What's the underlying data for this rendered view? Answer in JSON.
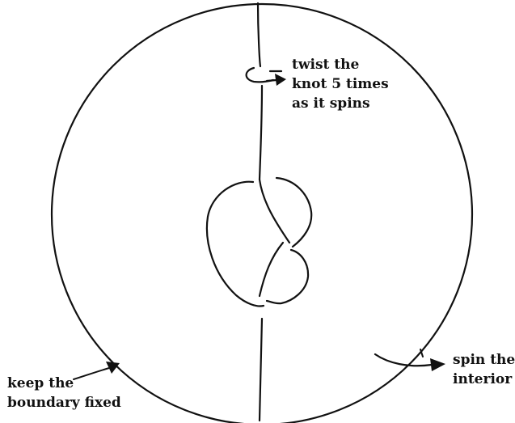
{
  "annotations": {
    "twist": [
      "twist the",
      "knot 5 times",
      "as it spins"
    ],
    "keep": [
      "keep the",
      "boundary fixed"
    ],
    "spin": [
      "spin the",
      "interior"
    ]
  },
  "colors": {
    "ink": "#111111",
    "background": "#ffffff"
  }
}
